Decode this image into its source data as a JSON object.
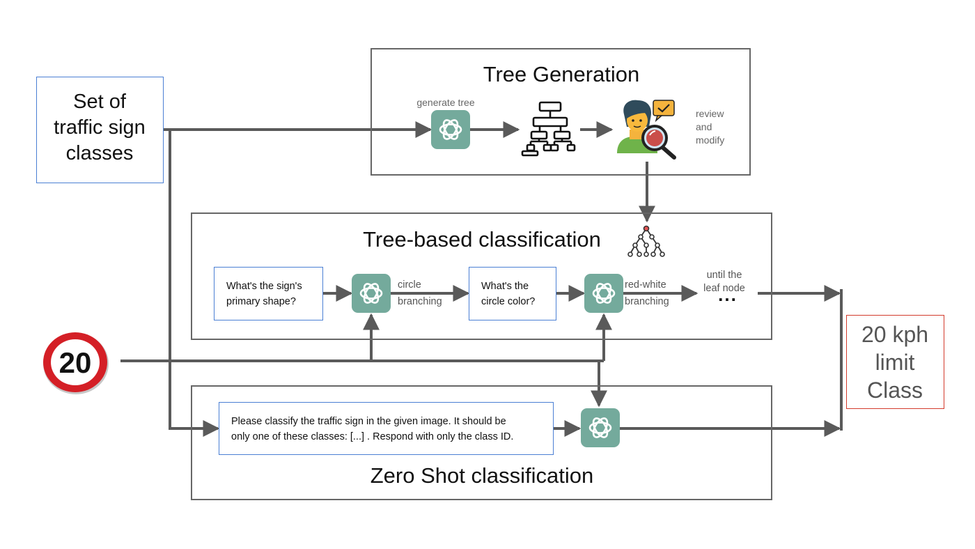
{
  "input_box": {
    "text": "Set of\ntraffic sign\nclasses"
  },
  "tree_generation": {
    "title": "Tree Generation",
    "generate_label": "generate tree",
    "review_label": "review\nand\nmodify"
  },
  "tree_based": {
    "title": "Tree-based classification",
    "question1": "What's the sign's\nprimary shape?",
    "question2": "What's the\ncircle color?",
    "branch1_label_top": "circle",
    "branch1_label_bottom": "branching",
    "branch2_label_top": "red-white",
    "branch2_label_bottom": "branching",
    "until_label": "until the\nleaf node",
    "ellipsis": "..."
  },
  "sign": {
    "text": "20"
  },
  "zero_shot": {
    "title": "Zero Shot classification",
    "prompt": "Please classify the traffic sign in the given image. It should be\nonly one of these classes: [...] . Respond with only the class ID."
  },
  "result": {
    "text": "20 kph\nlimit\nClass"
  },
  "colors": {
    "wire": "#5a5a5a",
    "panel_border": "#666666",
    "blue_border": "#4a7fd4",
    "red_border": "#d33a2c",
    "gpt_green": "#74aa9c",
    "sign_red": "#d41f26"
  }
}
